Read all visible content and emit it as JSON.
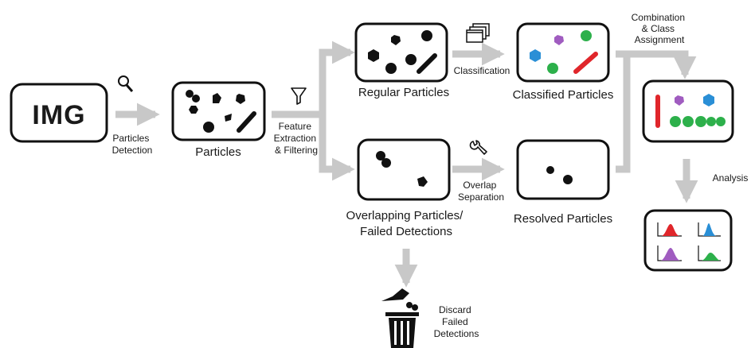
{
  "colors": {
    "arrow": "#c8c8c8",
    "ink": "#111111",
    "blue": "#2a8fd6",
    "purple": "#a05cc0",
    "green": "#2db04b",
    "red": "#e0262b"
  },
  "nodes": {
    "img": "IMG",
    "particles": "Particles",
    "regular": "Regular Particles",
    "classified": "Classified Particles",
    "overlapping": [
      "Overlapping Particles/",
      "Failed Detections"
    ],
    "resolved": "Resolved Particles"
  },
  "steps": {
    "detection": [
      "Particles",
      "Detection"
    ],
    "feature": [
      "Feature",
      "Extraction",
      "& Filtering"
    ],
    "classification": "Classification",
    "overlap": [
      "Overlap",
      "Separation"
    ],
    "combination": [
      "Combination",
      "& Class",
      "Assignment"
    ],
    "analysis": "Analysis",
    "discard": [
      "Discard",
      "Failed",
      "Detections"
    ]
  },
  "icons": {
    "detection": "magnifier-icon",
    "filter": "funnel-icon",
    "classification": "stacked-windows-icon",
    "overlap": "wrench-icon",
    "discard": "trash-can-icon"
  }
}
